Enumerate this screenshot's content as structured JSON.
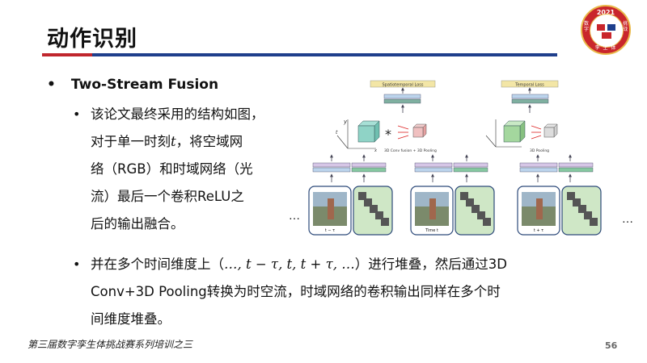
{
  "header": {
    "title": "动作识别"
  },
  "logo": {
    "year": "2021",
    "left_chars": "数字",
    "right_chars": "挑战",
    "bottom_chars": "李 生 体"
  },
  "content": {
    "bullet1": "Two-Stream Fusion",
    "sub1_lines": [
      "该论文最终采用的结构如图，",
      "对于单一时刻",
      "，将空域网",
      "络（RGB）和时域网络（光",
      "流）最后一个卷积ReLU之",
      "后的输出融合。"
    ],
    "sub1_math": "t",
    "sub2_prefix": "并在多个时间维度上（",
    "sub2_math": "…, t − τ, t, t + τ, …",
    "sub2_suffix": "）进行堆叠，然后通过3D",
    "sub2_line2": "Conv+3D Pooling转换为时空流，时域网络的卷积输出同样在多个时",
    "sub2_line3": "间维度堆叠。"
  },
  "figure": {
    "top_label_left": "Spatiotemporal Loss",
    "top_label_right": "Temporal Loss",
    "op_left": "3D Conv fusion + 3D Pooling",
    "op_right": "3D Pooling",
    "frame_labels": [
      "t − τ",
      "Time t",
      "t + τ"
    ],
    "ellipsis": "…",
    "axis_y": "y",
    "axis_t": "t",
    "axis_x": "x"
  },
  "footer": {
    "text": "第三届数字孪生体挑战赛系列培训之三",
    "page": "56"
  },
  "colors": {
    "accent_red": "#c0262d",
    "accent_blue": "#1f3f8c",
    "gold": "#e9b94a"
  }
}
